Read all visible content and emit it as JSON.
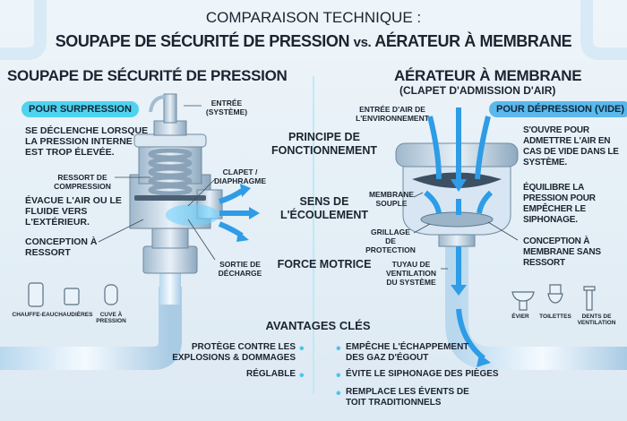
{
  "title": {
    "line1": "COMPARAISON TECHNIQUE :",
    "line2a": "SOUPAPE DE SÉCURITÉ DE PRESSION ",
    "vs": "vs.",
    "line2b": " AÉRATEUR À MEMBRANE"
  },
  "left": {
    "heading": "SOUPAPE DE SÉCURITÉ DE PRESSION",
    "badge": "POUR SURPRESSION",
    "desc1": "SE DÉCLENCHE LORSQUE LA PRESSION INTERNE EST TROP ÉLEVÉE.",
    "desc2": "ÉVACUE L'AIR OU LE FLUIDE VERS L'EXTÉRIEUR.",
    "desc3": "CONCEPTION À RESSORT",
    "labels": {
      "inlet": "ENTRÉE (SYSTÈME)",
      "spring": "RESSORT DE COMPRESSION",
      "valve": "CLAPET / DIAPHRAGME",
      "outlet": "SORTIE DE DÉCHARGE"
    },
    "apps": [
      "CHAUFFE-EAU",
      "CHAUDIÈRES",
      "CUVE À PRESSION"
    ]
  },
  "right": {
    "heading": "AÉRATEUR À MEMBRANE",
    "subheading": "(CLAPET D'ADMISSION D'AIR)",
    "badge": "POUR DÉPRESSION (VIDE)",
    "desc1": "S'OUVRE POUR ADMETTRE L'AIR EN CAS DE VIDE DANS LE SYSTÈME.",
    "desc2": "ÉQUILIBRE LA PRESSION POUR EMPÊCHER LE SIPHONAGE.",
    "desc3": "CONCEPTION À MEMBRANE SANS RESSORT",
    "labels": {
      "air_in": "ENTRÉE D'AIR DE L'ENVIRONNEMENT",
      "membrane": "MEMBRANE SOUPLE",
      "grid": "GRILLAGE DE PROTECTION",
      "pipe": "TUYAU DE VENTILATION DU SYSTÈME"
    },
    "apps": [
      "ÉVIER",
      "TOILETTES",
      "DENTS DE VENTILATION"
    ]
  },
  "center": {
    "principle": "PRINCIPE DE FONCTIONNEMENT",
    "flow": "SENS DE L'ÉCOULEMENT",
    "force": "FORCE MOTRICE",
    "advantages": "AVANTAGES CLÉS"
  },
  "advantages": {
    "left": [
      "PROTÈGE CONTRE LES EXPLOSIONS & DOMMAGES",
      "RÉGLABLE"
    ],
    "right": [
      "EMPÊCHE L'ÉCHAPPEMENT DES GAZ D'ÉGOUT",
      "ÉVITE LE SIPHONAGE DES PIÈGES",
      "REMPLACE LES ÉVENTS DE TOIT TRADITIONNELS"
    ]
  },
  "colors": {
    "accent": "#3cc8ec",
    "badge_left": "#4fd3ee",
    "badge_right": "#5bb8ec",
    "flow": "#2e9ce6"
  }
}
